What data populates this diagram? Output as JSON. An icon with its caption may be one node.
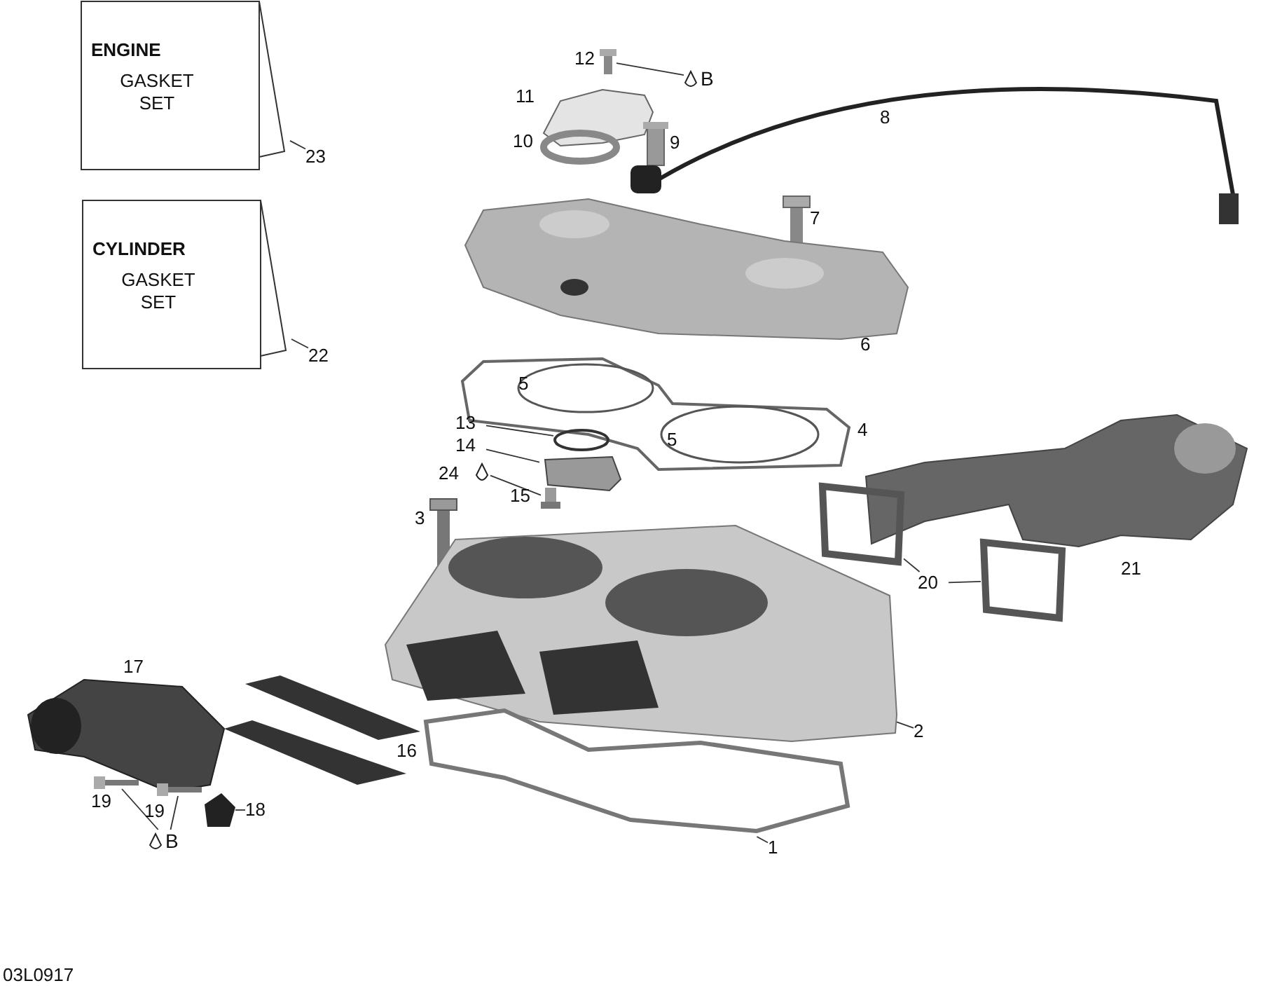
{
  "diagram": {
    "nodes": [
      {
        "text": [
          "ENGINE",
          "GASKET SET"
        ]
      },
      {
        "text": [
          "23"
        ]
      },
      {
        "text": [
          "CYLINDER",
          "GASKET SET"
        ]
      },
      {
        "text": [
          "22"
        ]
      },
      {
        "text": [
          "B"
        ]
      },
      {
        "text": [],
        "shape": "picture"
      },
      {
        "text": [
          "13"
        ]
      },
      {
        "text": [],
        "shape": "circle"
      },
      {
        "text": [
          "14"
        ]
      },
      {
        "text": [],
        "shape": "box"
      },
      {
        "text": [],
        "shape": "picture"
      },
      {
        "text": [],
        "shape": "picture"
      },
      {
        "text": [
          "20"
        ]
      },
      {
        "text": [],
        "shape": "box"
      },
      {
        "text": [],
        "shape": "box"
      },
      {
        "text": [
          "2"
        ]
      },
      {
        "text": [],
        "shape": "picture"
      },
      {
        "text": [
          "1"
        ]
      },
      {
        "text": [],
        "shape": "picture"
      },
      {
        "text": [],
        "shape": "picture"
      },
      {
        "text": [],
        "shape": "picture"
      },
      {
        "text": [
          "B"
        ]
      },
      {
        "text": [
          "18"
        ]
      },
      {
        "text": [],
        "shape": "picture"
      }
    ],
    "edges": [
      {
        "from": 1,
        "to": 0,
        "arrow": "none"
      },
      {
        "from": 3,
        "to": 2,
        "arrow": "none"
      },
      {
        "from": 5,
        "to": 4,
        "arrow": "none"
      },
      {
        "from": 6,
        "to": 7,
        "arrow": "none"
      },
      {
        "from": 8,
        "to": 9,
        "arrow": "none"
      },
      {
        "from": 10,
        "to": 11,
        "arrow": "none"
      },
      {
        "from": 12,
        "to": 13,
        "arrow": "none"
      },
      {
        "from": 12,
        "to": 14,
        "arrow": "none"
      },
      {
        "from": 15,
        "to": 16,
        "arrow": "none"
      },
      {
        "from": 17,
        "to": 18,
        "arrow": "none"
      },
      {
        "from": 19,
        "to": 21,
        "arrow": "none"
      },
      {
        "from": 20,
        "to": 21,
        "arrow": "none"
      },
      {
        "from": 22,
        "to": 23,
        "arrow": "none"
      }
    ],
    "labels": [
      "12",
      "11",
      "10",
      "9",
      "8",
      "7",
      "6",
      "5",
      "4",
      "5",
      "24",
      "15",
      "3",
      "21",
      "17",
      "16",
      "19",
      "19",
      "03L0917"
    ]
  }
}
